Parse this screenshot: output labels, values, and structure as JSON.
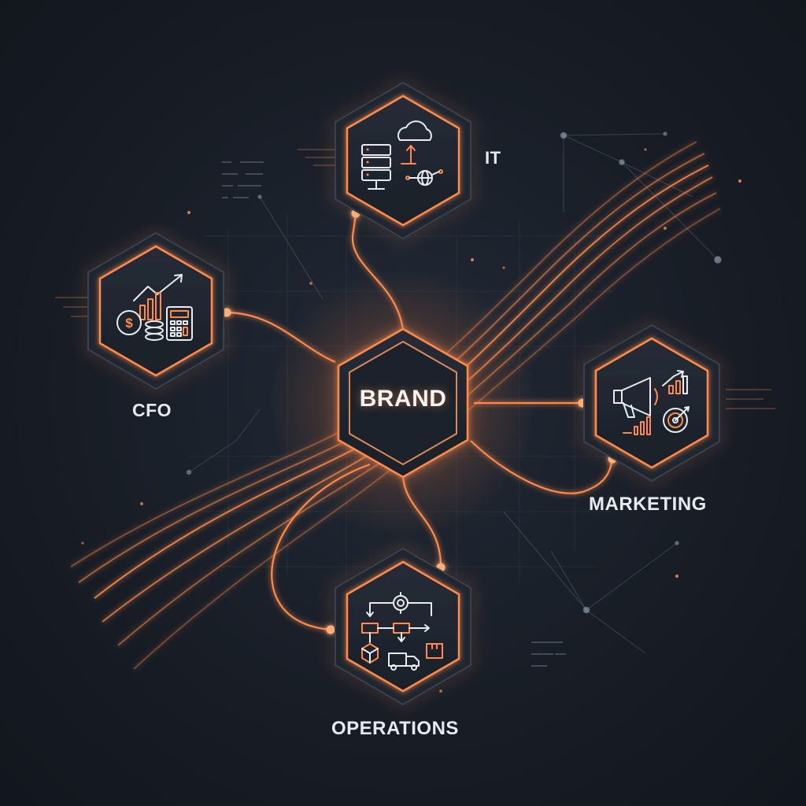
{
  "diagram": {
    "center": {
      "label": "BRAND"
    },
    "nodes": [
      {
        "key": "it",
        "label": "IT",
        "icon": "cloud-server-icon"
      },
      {
        "key": "cfo",
        "label": "CFO",
        "icon": "finance-chart-icon"
      },
      {
        "key": "marketing",
        "label": "MARKETING",
        "icon": "megaphone-target-icon"
      },
      {
        "key": "operations",
        "label": "OPERATIONS",
        "icon": "workflow-logistics-icon"
      }
    ],
    "colors": {
      "background": "#181d26",
      "accent": "#ff8a4c",
      "hex_fill": "#1f252f",
      "label_text": "#e6e9ee"
    }
  }
}
